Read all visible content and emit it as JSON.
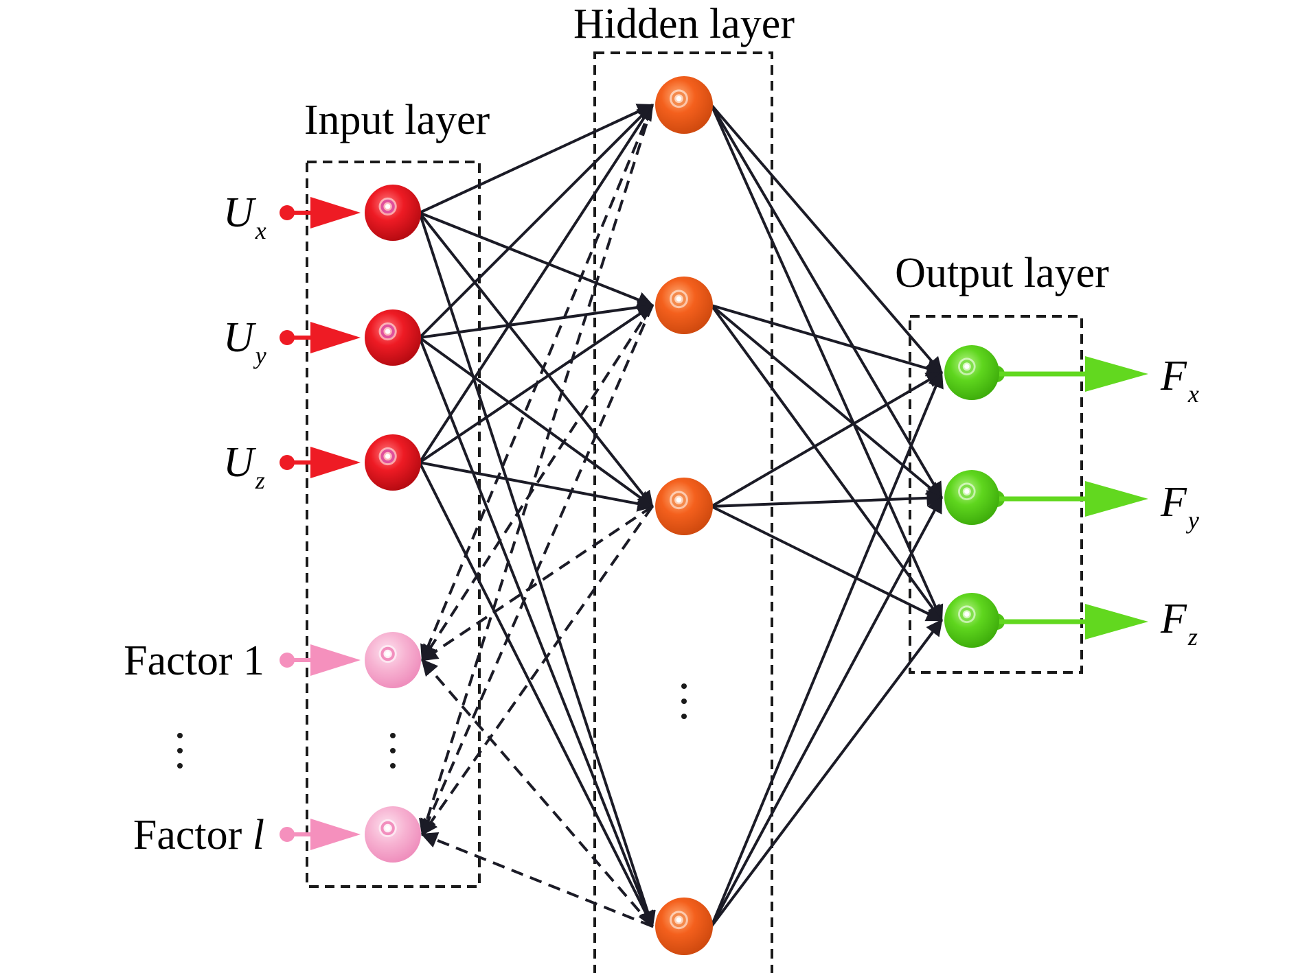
{
  "layers": {
    "input": {
      "title": "Input layer"
    },
    "hidden": {
      "title": "Hidden layer"
    },
    "output": {
      "title": "Output layer"
    }
  },
  "inputs": [
    {
      "main": "U",
      "sub": "x",
      "kind": "primary"
    },
    {
      "main": "U",
      "sub": "y",
      "kind": "primary"
    },
    {
      "main": "U",
      "sub": "z",
      "kind": "primary"
    },
    {
      "main": "Factor ",
      "italic": "1",
      "italic_style": false,
      "kind": "factor"
    },
    {
      "main": "Factor ",
      "italic": "l",
      "italic_style": true,
      "kind": "factor"
    }
  ],
  "outputs": [
    {
      "main": "F",
      "sub": "x"
    },
    {
      "main": "F",
      "sub": "y"
    },
    {
      "main": "F",
      "sub": "z"
    }
  ],
  "colors": {
    "input_primary": "#e8141e",
    "input_factor": "#f6a9cc",
    "hidden": "#f25c1c",
    "output": "#5bd21c",
    "input_arrow_primary": "#ee1b24",
    "input_arrow_factor": "#f590bd",
    "output_arrow": "#62d81f",
    "connection": "#1b1b26"
  },
  "connections": {
    "input_to_hidden": "all",
    "hidden_to_output": "all",
    "factor_connection_style": "dashed",
    "primary_connection_style": "solid"
  }
}
